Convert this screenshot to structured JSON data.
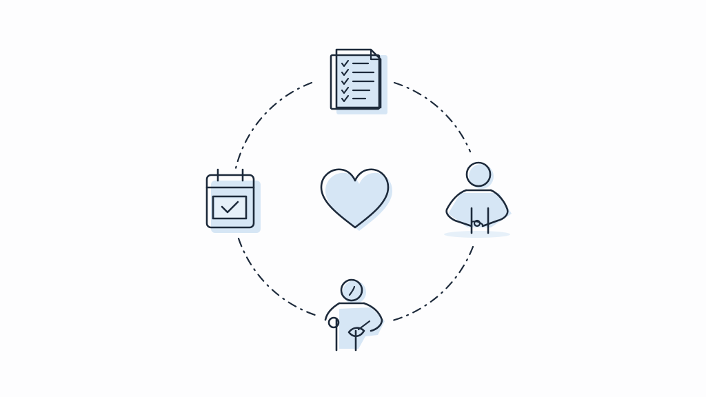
{
  "diagram": {
    "type": "cycle",
    "center_icon": "heart-icon",
    "nodes": [
      {
        "position": "top",
        "icon": "checklist-document-icon"
      },
      {
        "position": "right",
        "icon": "person-icon"
      },
      {
        "position": "bottom",
        "icon": "person-with-cane-icon"
      },
      {
        "position": "left",
        "icon": "calendar-check-icon"
      }
    ]
  },
  "colors": {
    "ink": "#1d2a3b",
    "shadow": "#d6e6f5",
    "background": "#fdfdfe"
  }
}
